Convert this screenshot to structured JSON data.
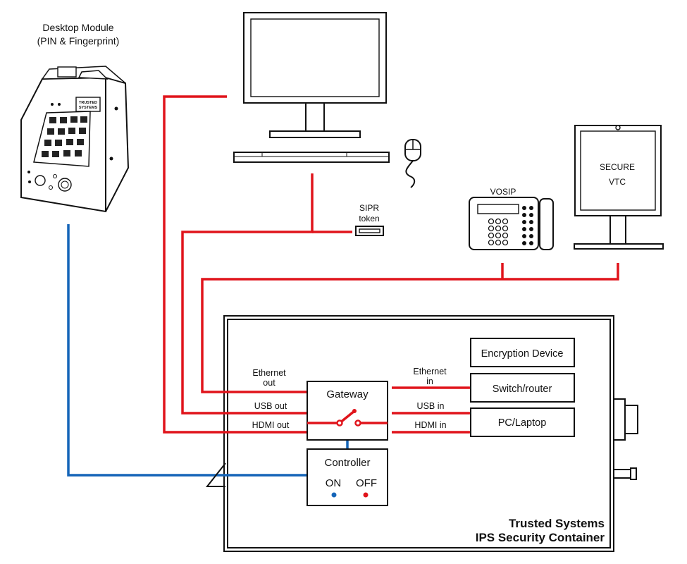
{
  "desktop_module": {
    "line1": "Desktop Module",
    "line2": "(PIN & Fingerprint)",
    "badge_line1": "TRUSTED",
    "badge_line2": "SYSTEMS"
  },
  "sipr": {
    "line1": "SIPR",
    "line2": "token"
  },
  "vosip": {
    "label": "VOSIP"
  },
  "vtc": {
    "line1": "SECURE",
    "line2": "VTC"
  },
  "container": {
    "title_line1": "Trusted Systems",
    "title_line2": "IPS Security Container",
    "gateway": "Gateway",
    "controller": "Controller",
    "on": "ON",
    "off": "OFF",
    "left_ports": {
      "ethernet_line1": "Ethernet",
      "ethernet_line2": "out",
      "usb": "USB out",
      "hdmi": "HDMI out"
    },
    "right_ports": {
      "ethernet_line1": "Ethernet",
      "ethernet_line2": "in",
      "usb": "USB in",
      "hdmi": "HDMI in"
    },
    "devices": {
      "encryption": "Encryption Device",
      "switch": "Switch/router",
      "pc": "PC/Laptop"
    }
  },
  "colors": {
    "red_line": "#e0141b",
    "blue_line": "#1565b8",
    "on_dot": "#1565b8",
    "off_dot": "#e0141b"
  }
}
